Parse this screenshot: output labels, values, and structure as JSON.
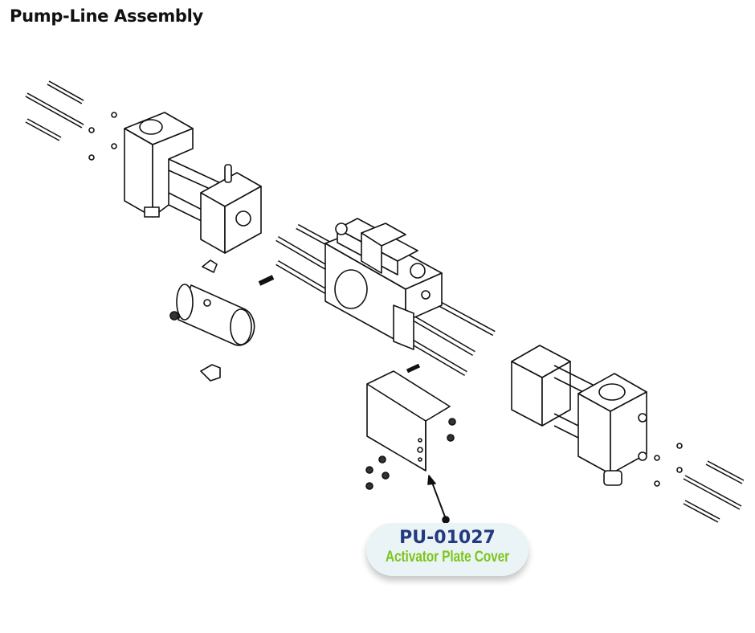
{
  "title": "Pump-Line Assembly",
  "callout": {
    "part_number": "PU-01027",
    "part_name": "Activator Plate Cover",
    "code_color": "#233a80",
    "name_color": "#7dc51d"
  }
}
